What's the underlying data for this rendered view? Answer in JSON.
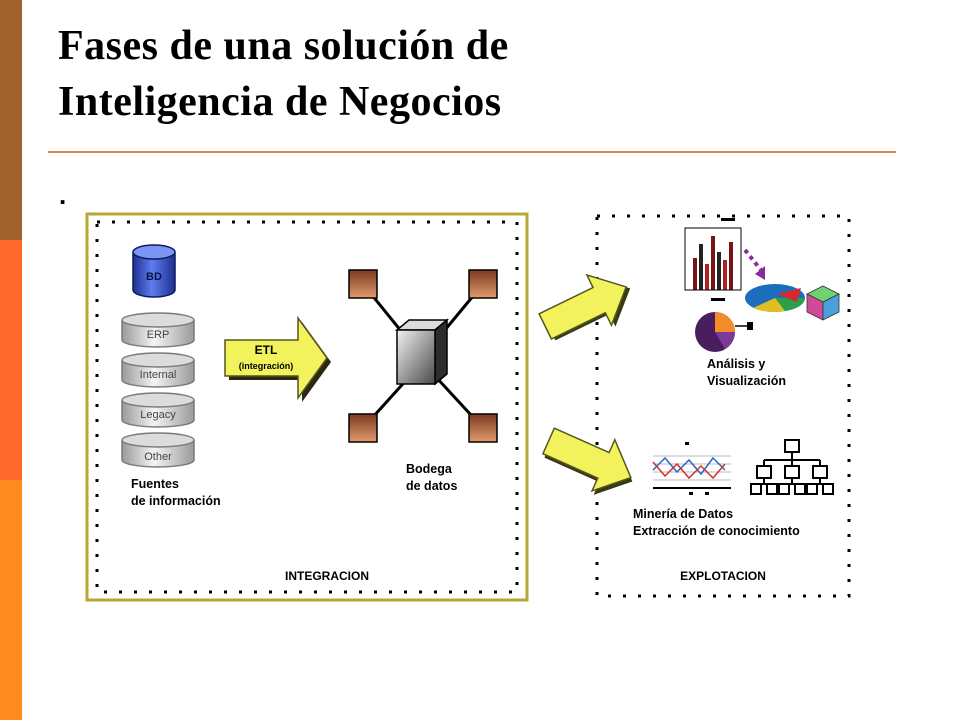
{
  "slide": {
    "title_line1": "Fases de una solución de",
    "title_line2": "Inteligencia de Negocios",
    "bullet_mark": "."
  },
  "integration": {
    "panel_label": "INTEGRACION",
    "db_label": "BD",
    "sources": [
      "ERP",
      "Internal",
      "Legacy",
      "Other"
    ],
    "sources_caption_line1": "Fuentes",
    "sources_caption_line2": "de información",
    "etl_label": "ETL",
    "etl_sub": "(integración)",
    "warehouse_line1": "Bodega",
    "warehouse_line2": "de datos"
  },
  "exploitation": {
    "panel_label": "EXPLOTACION",
    "analysis_line1": "Análisis y",
    "analysis_line2": "Visualización",
    "mining_line1": "Minería de Datos",
    "mining_line2": "Extracción de conocimiento"
  },
  "colors": {
    "side_brown": "#A0632E",
    "side_orange": "#FF6A2C",
    "rule": "#D08A4C",
    "integration_border": "#B5A836",
    "arrow_fill": "#F2F25C",
    "db_blue": "#2F4FCF"
  }
}
